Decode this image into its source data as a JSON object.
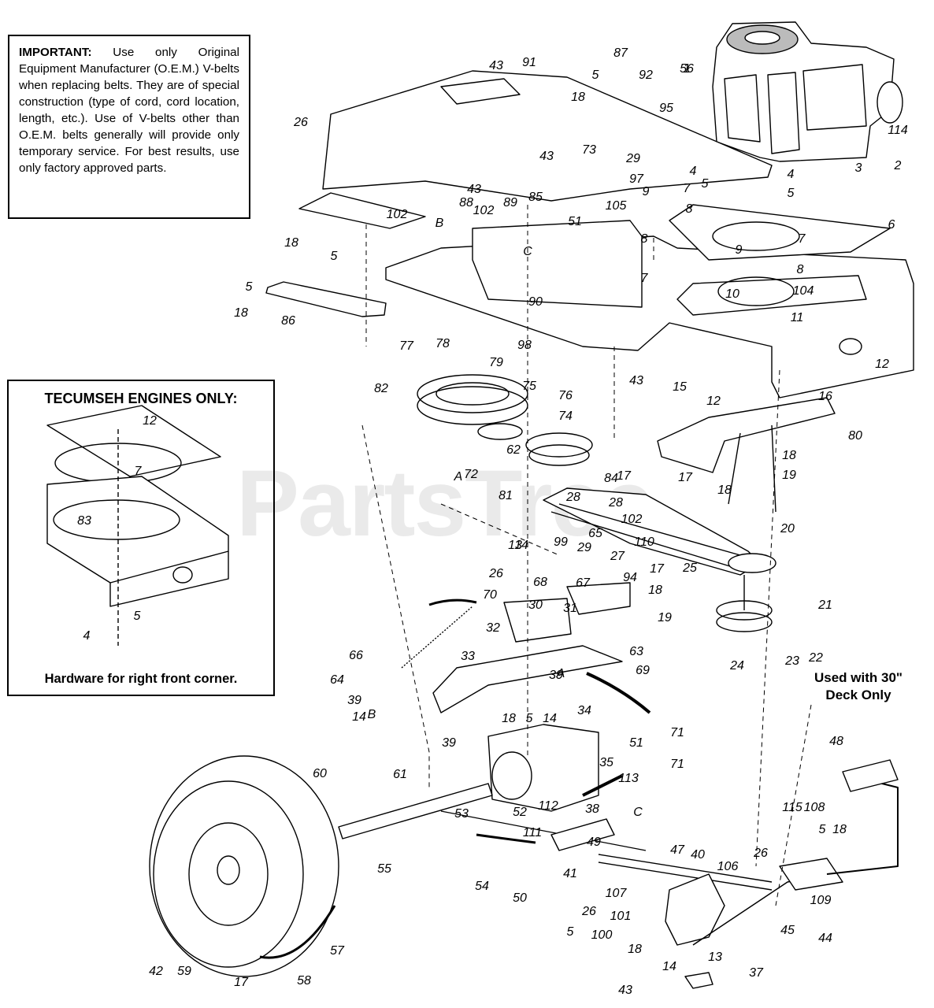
{
  "important_note": {
    "label": "IMPORTANT:",
    "text": " Use only Original Equipment Manufacturer (O.E.M.) V-belts when replacing belts. They are of special construction (type of cord, cord location, length, etc.). Use of V-belts other than O.E.M. belts generally will provide only temporary service. For best results, use only factory approved parts."
  },
  "tecumseh_box": {
    "title": "TECUMSEH ENGINES ONLY:",
    "footer": "Hardware for right front corner.",
    "callouts": [
      "12",
      "7",
      "83",
      "4",
      "5"
    ]
  },
  "deck_note": {
    "line1": "Used with 30\"",
    "line2": "Deck Only"
  },
  "watermark": "PartsTree",
  "callouts": [
    "1",
    "2",
    "3",
    "114",
    "87",
    "92",
    "95",
    "91",
    "43",
    "5",
    "18",
    "26",
    "88",
    "43",
    "89",
    "85",
    "73",
    "43",
    "29",
    "97",
    "4",
    "7",
    "5",
    "9",
    "8",
    "105",
    "4",
    "5",
    "51",
    "102",
    "C",
    "102",
    "B",
    "18",
    "5",
    "5",
    "18",
    "86",
    "6",
    "7",
    "9",
    "8",
    "8",
    "7",
    "10",
    "104",
    "11",
    "12",
    "43",
    "15",
    "12",
    "16",
    "80",
    "90",
    "98",
    "76",
    "77",
    "78",
    "79",
    "75",
    "82",
    "74",
    "A",
    "62",
    "72",
    "81",
    "28",
    "84",
    "17",
    "18",
    "19",
    "18",
    "17",
    "20",
    "28",
    "102",
    "99",
    "29",
    "65",
    "110",
    "27",
    "94",
    "67",
    "17",
    "18",
    "19",
    "25",
    "21",
    "22",
    "23",
    "24",
    "13",
    "14",
    "26",
    "70",
    "68",
    "30",
    "31",
    "32",
    "66",
    "33",
    "63",
    "69",
    "64",
    "39",
    "14",
    "39",
    "B",
    "39",
    "18",
    "5",
    "14",
    "A",
    "34",
    "71",
    "71",
    "51",
    "35",
    "61",
    "113",
    "60",
    "53",
    "52",
    "112",
    "111",
    "38",
    "C",
    "48",
    "115",
    "108",
    "5",
    "18",
    "26",
    "55",
    "54",
    "49",
    "47",
    "40",
    "50",
    "106",
    "41",
    "107",
    "101",
    "100",
    "45",
    "44",
    "109",
    "26",
    "5",
    "18",
    "14",
    "13",
    "37",
    "43",
    "42",
    "59",
    "17",
    "58",
    "57",
    "56"
  ]
}
